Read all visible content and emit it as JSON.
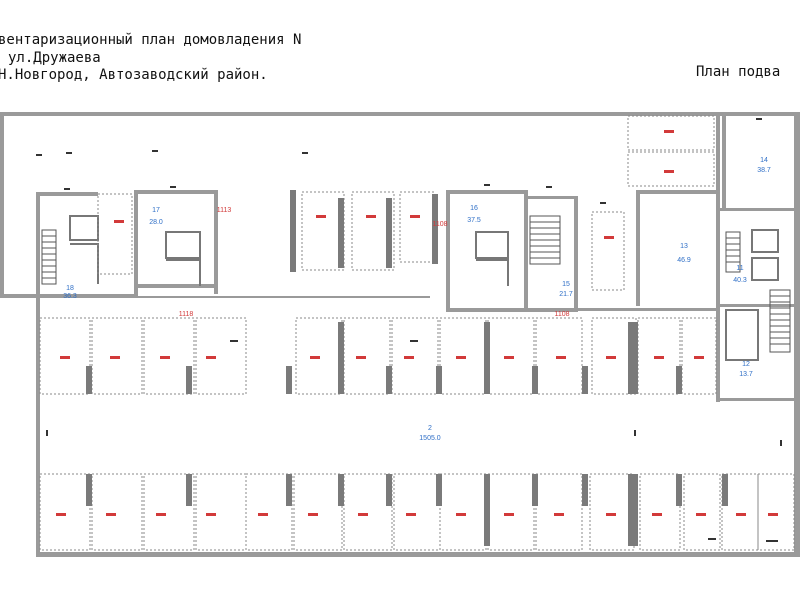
{
  "header": {
    "line1": "вентаризационный план домовладения N",
    "line2": "ул.Дружаева",
    "line3": "Н.Новгород, Автозаводский район.",
    "plan_label": "План подва"
  },
  "rooms_blue": [
    {
      "id": "r18",
      "num": "18",
      "area": "36.3"
    },
    {
      "id": "r17",
      "num": "17",
      "area": "28.0"
    },
    {
      "id": "r16",
      "num": "16",
      "area": "37.5"
    },
    {
      "id": "r15",
      "num": "15",
      "area": "21.7"
    },
    {
      "id": "r13",
      "num": "13",
      "area": "46.9"
    },
    {
      "id": "r14",
      "num": "14",
      "area": "38.7"
    },
    {
      "id": "r11",
      "num": "11",
      "area": "40.3"
    },
    {
      "id": "r12",
      "num": "12",
      "area": "13.7"
    },
    {
      "id": "r2",
      "num": "2",
      "area": "1505.0"
    }
  ],
  "labels_red": {
    "n118": "1118",
    "n113": "1113",
    "n108": "1108",
    "n108b": "1108"
  }
}
